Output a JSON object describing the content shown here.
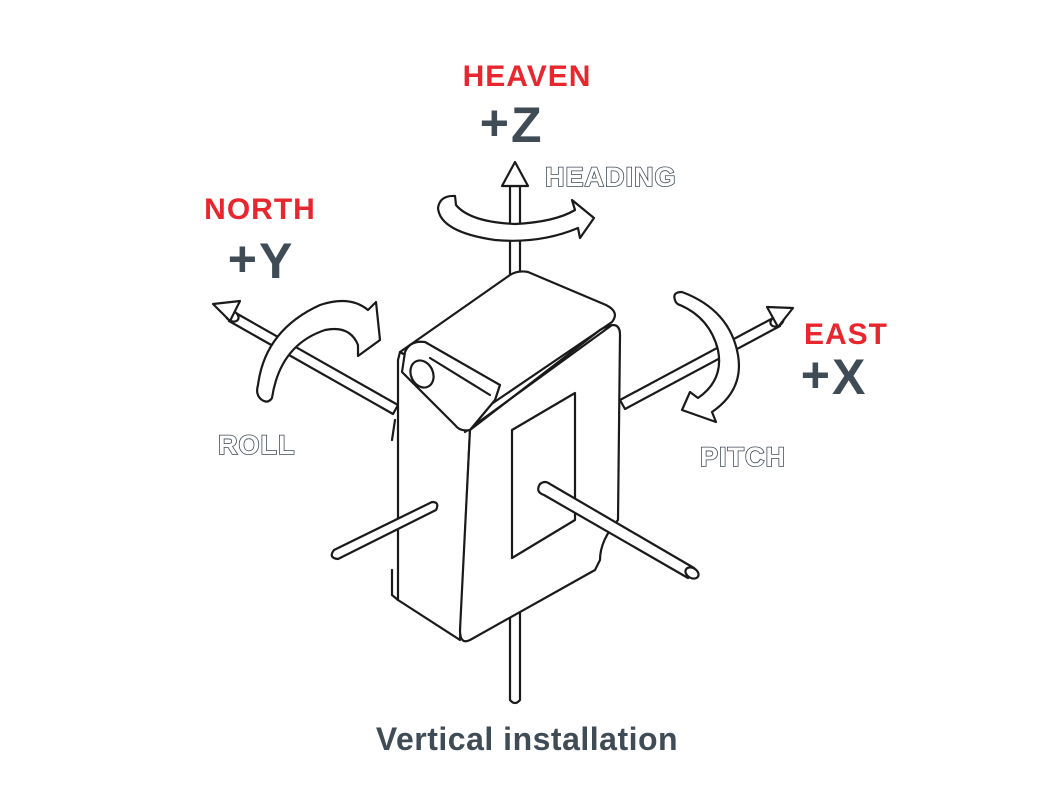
{
  "colors": {
    "direction_label": "#e8262d",
    "axis_sign": "#3f4b55",
    "rotation_label_outline": "#3f4b55",
    "caption": "#3f4b55",
    "line_art": "#1a1a1a"
  },
  "axes": {
    "z": {
      "direction": "HEAVEN",
      "sign": "+",
      "letter": "Z",
      "rotation": "HEADING"
    },
    "y": {
      "direction": "NORTH",
      "sign": "+",
      "letter": "Y",
      "rotation": "ROLL"
    },
    "x": {
      "direction": "EAST",
      "sign": "+",
      "letter": "X",
      "rotation": "PITCH"
    }
  },
  "caption": "Vertical installation"
}
